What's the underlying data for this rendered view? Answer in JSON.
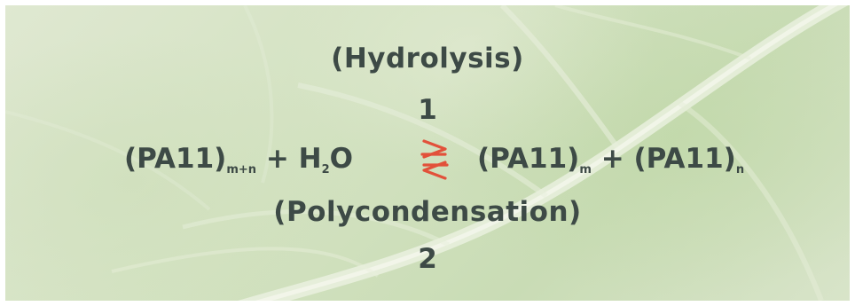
{
  "top_label": "(Hydrolysis)",
  "top_number": "1",
  "equation": {
    "left": {
      "term1": "(PA11)",
      "term1_sub": "m+n",
      "plus": "+",
      "term2_pre": "H",
      "term2_sub": "2",
      "term2_post": "O"
    },
    "right": {
      "term1": "(PA11)",
      "term1_sub": "m",
      "plus": "+",
      "term2": "(PA11)",
      "term2_sub": "n"
    }
  },
  "bottom_label": "(Polycondensation)",
  "bottom_number": "2",
  "colors": {
    "text": "#3d4a46",
    "arrows": "#e2513a",
    "background": "#d3e2c1"
  },
  "icons": [
    "equilibrium-arrows-icon"
  ]
}
